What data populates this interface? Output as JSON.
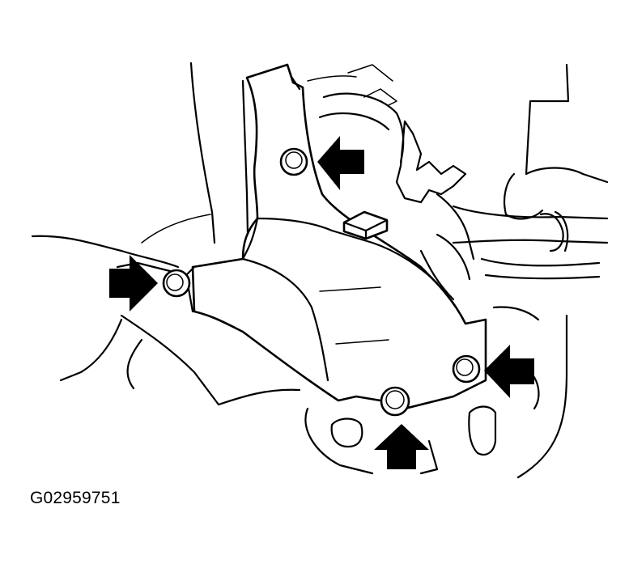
{
  "figure": {
    "id": "G02959751"
  },
  "colors": {
    "line": "#000000",
    "background": "#ffffff",
    "arrow": "#000000"
  },
  "arrows": [
    {
      "name": "arrow-upper-bolt",
      "direction": "left"
    },
    {
      "name": "arrow-left-bolt",
      "direction": "right"
    },
    {
      "name": "arrow-right-bolt",
      "direction": "left"
    },
    {
      "name": "arrow-bottom-bolt",
      "direction": "up"
    }
  ]
}
